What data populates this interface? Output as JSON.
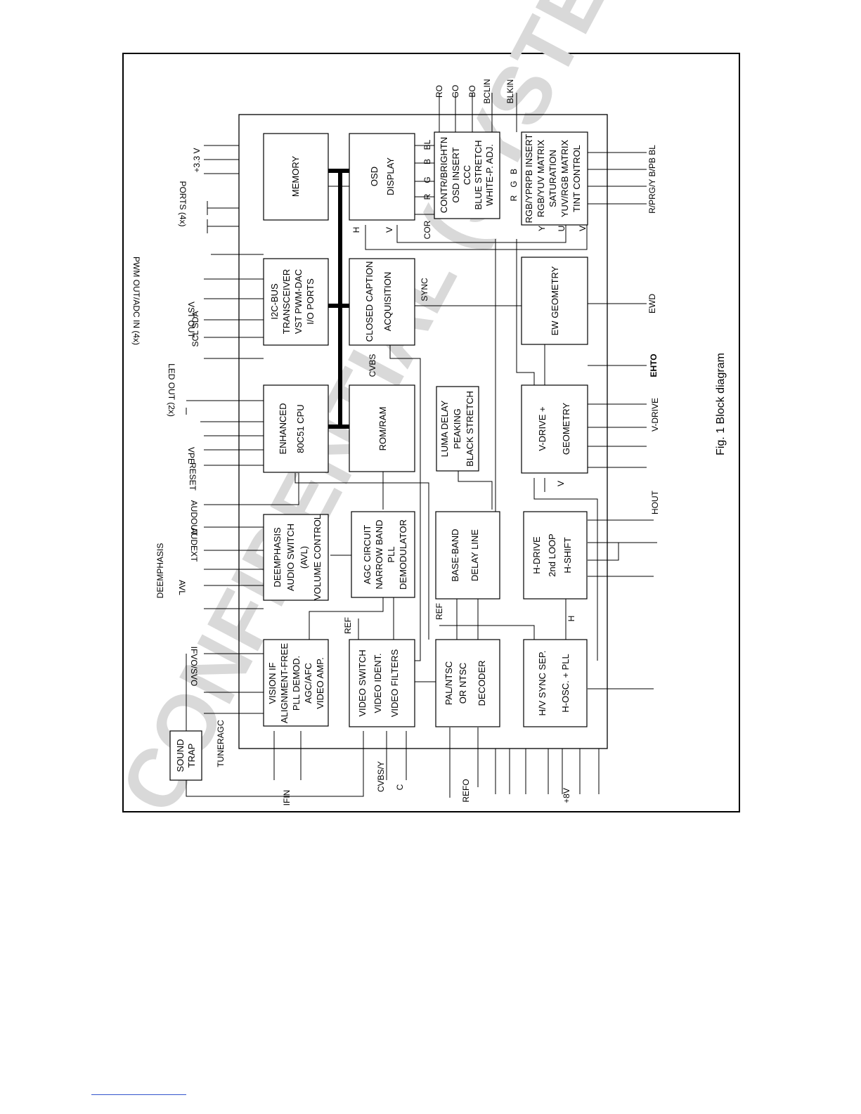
{
  "caption": "Fig. 1  Block diagram",
  "watermark": "CONFIDENTIAL (SYSTEM CO",
  "blocks": {
    "memory": [
      "MEMORY"
    ],
    "osd": [
      "OSD",
      "DISPLAY"
    ],
    "contr": [
      "CONTR/BRIGHTN",
      "OSD INSERT",
      "CCC",
      "BLUE STRETCH",
      "WHITE-P. ADJ."
    ],
    "matrix": [
      "RGB/YPRPB INSERT",
      "RGB/YUV MATRIX",
      "SATURATION",
      "YUV/RGB MATRIX",
      "TINT CONTROL"
    ],
    "i2c": [
      "I2C-BUS",
      "TRANSCEIVER",
      "VST PWM-DAC",
      "I/O PORTS"
    ],
    "cc": [
      "CLOSED CAPTION",
      "ACQUISITION"
    ],
    "ew": [
      "EW GEOMETRY"
    ],
    "cpu": [
      "ENHANCED",
      "80C51 CPU"
    ],
    "romram": [
      "ROM/RAM"
    ],
    "luma": [
      "LUMA DELAY",
      "PEAKING",
      "BLACK STRETCH"
    ],
    "vdrive": [
      "V-DRIVE +",
      "GEOMETRY"
    ],
    "audio": [
      "DEEMPHASIS",
      "AUDIO SWITCH",
      "(AVL)",
      "VOLUME CONTROL"
    ],
    "agc": [
      "AGC CIRCUIT",
      "NARROW BAND",
      "PLL",
      "DEMODULATOR"
    ],
    "baseband": [
      "BASE-BAND",
      "DELAY LINE"
    ],
    "hdrive": [
      "H-DRIVE",
      "2nd LOOP",
      "H-SHIFT"
    ],
    "vision": [
      "VISION IF",
      "ALIGNMENT-FREE",
      "PLL DEMOD.",
      "AGC/AFC",
      "VIDEO AMP."
    ],
    "vswitch": [
      "VIDEO SWITCH",
      "VIDEO IDENT.",
      "VIDEO FILTERS"
    ],
    "decoder": [
      "PAL/NTSC",
      "OR NTSC",
      "DECODER"
    ],
    "hvsync": [
      "H/V SYNC SEP.",
      "H-OSC. + PLL"
    ],
    "soundtrap": [
      "SOUND",
      "TRAP"
    ]
  },
  "labels": {
    "v33": "+3.3 V",
    "ports": "PORTS (4x)",
    "pwm": "PWM OUT/ADC IN (4x)",
    "vst": "VST OUT",
    "scl": "SCL  SDA",
    "led": "LED OUT (2x)",
    "vpe": "VPE",
    "reset": "RESET",
    "audout": "AUDOUT",
    "audext": "AUDEXT",
    "deemphasis": "DEEMPHASIS",
    "avl": "AVL",
    "ifvo": "IFVO/SVO",
    "tuneragc": "TUNERAGC",
    "ifin": "IFIN",
    "cvbsy": "CVBS/Y",
    "c": "C",
    "refo": "REFO",
    "v8": "+8V",
    "ro": "RO",
    "go": "GO",
    "bo": "BO",
    "bclin": "BCLIN",
    "blkin": "BLKIN",
    "rgbin": "R/PRG/Y  B/PB  BL",
    "ewd": "EWD",
    "ehto": "EHTO",
    "vdrive_out": "V-DRIVE",
    "hout": "HOUT",
    "sync": "SYNC",
    "cvbs": "CVBS",
    "ref": "REF",
    "h": "H",
    "v": "V",
    "cor": "COR",
    "bl": "BL",
    "b": "B",
    "g": "G",
    "r": "R",
    "y": "Y",
    "u": "U"
  }
}
